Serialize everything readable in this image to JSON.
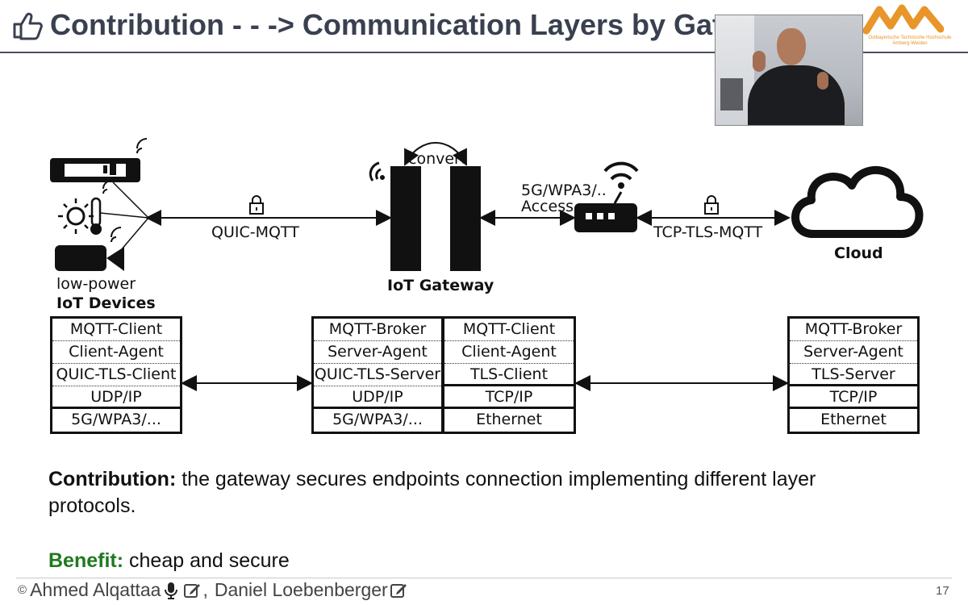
{
  "header": {
    "title": "Contribution - - -> Communication Layers by Gat",
    "logo_text": [
      "Ostbayerische Technische Hochschule",
      "Amberg-Weiden"
    ],
    "accent_color": "#e8952a"
  },
  "diagram": {
    "labels": {
      "convert": "convert",
      "quic_mqtt": "QUIC-MQTT",
      "access": [
        "5G/WPA3/..",
        "Access"
      ],
      "tcp_tls_mqtt": "TCP-TLS-MQTT",
      "cloud": "Cloud",
      "gateway": "IoT Gateway",
      "devices": [
        "low-power",
        "IoT Devices"
      ]
    },
    "stacks": {
      "device": [
        "MQTT-Client",
        "Client-Agent",
        "QUIC-TLS-Client",
        "UDP/IP",
        "5G/WPA3/..."
      ],
      "gateway_left": [
        "MQTT-Broker",
        "Server-Agent",
        "QUIC-TLS-Server",
        "UDP/IP",
        "5G/WPA3/..."
      ],
      "gateway_right": [
        "MQTT-Client",
        "Client-Agent",
        "TLS-Client",
        "TCP/IP",
        "Ethernet"
      ],
      "cloud": [
        "MQTT-Broker",
        "Server-Agent",
        "TLS-Server",
        "TCP/IP",
        "Ethernet"
      ]
    }
  },
  "contribution": {
    "label": "Contribution:",
    "text": " the gateway secures endpoints connection implementing different layer protocols."
  },
  "benefit": {
    "label": "Benefit:",
    "text": " cheap and secure",
    "color": "#1f7a1f"
  },
  "footer": {
    "copyright": "©",
    "author1": "Ahmed Alqattaa",
    "separator": ",",
    "author2": "Daniel Loebenberger",
    "page": "17"
  },
  "icons": [
    "thumbs-up-icon",
    "microphone-icon",
    "edit-icon",
    "lock-icon",
    "wifi-icon",
    "router-icon",
    "cloud-icon",
    "camera-icon",
    "sun-icon",
    "thermometer-icon"
  ]
}
